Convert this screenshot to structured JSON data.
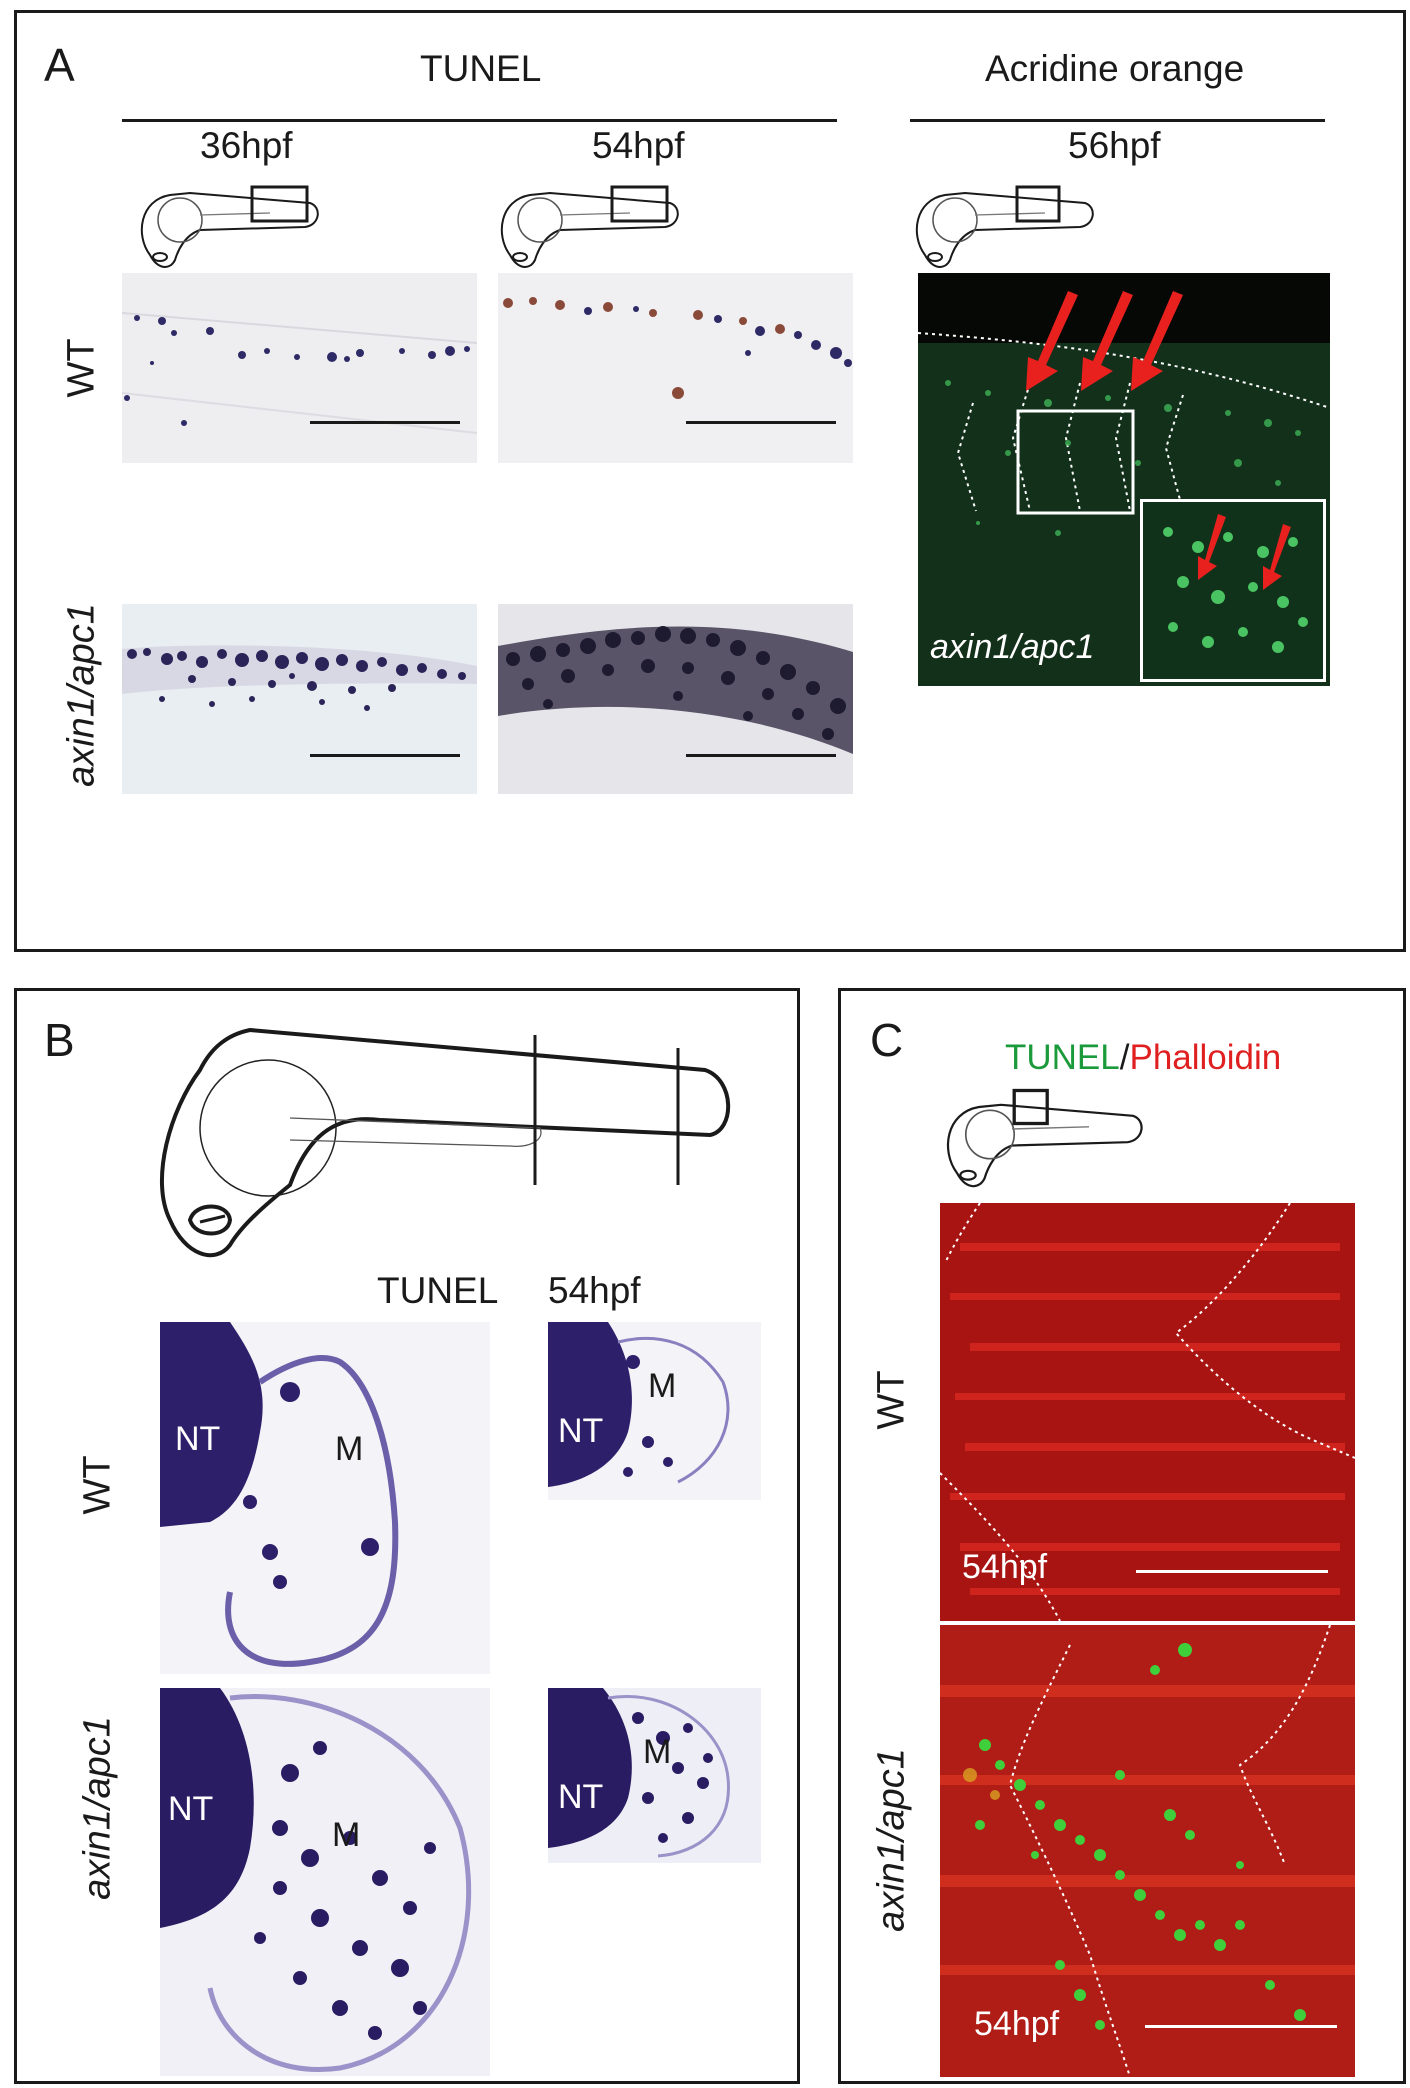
{
  "panel_a": {
    "letter": "A",
    "header_left": "TUNEL",
    "header_right": "Acridine orange",
    "time_1": "36hpf",
    "time_2": "54hpf",
    "time_3": "56hpf",
    "row_wt": "WT",
    "row_mut": "axin1/apc1",
    "ao_overlay": "axin1/apc1"
  },
  "panel_b": {
    "letter": "B",
    "header_1": "TUNEL",
    "header_2": "54hpf",
    "row_wt": "WT",
    "row_mut": "axin1/apc1",
    "nt": "NT",
    "m": "M"
  },
  "panel_c": {
    "letter": "C",
    "title_green": "TUNEL",
    "title_sep": "/",
    "title_red": "Phalloidin",
    "row_wt": "WT",
    "row_mut": "axin1/apc1",
    "time_wt": "54hpf",
    "time_mut": "54hpf"
  },
  "colors": {
    "tunel_green": "#1a9a3a",
    "phalloidin_red": "#e02020",
    "arrow_red": "#e8211f",
    "stain_purple": "#2b1d5a"
  }
}
